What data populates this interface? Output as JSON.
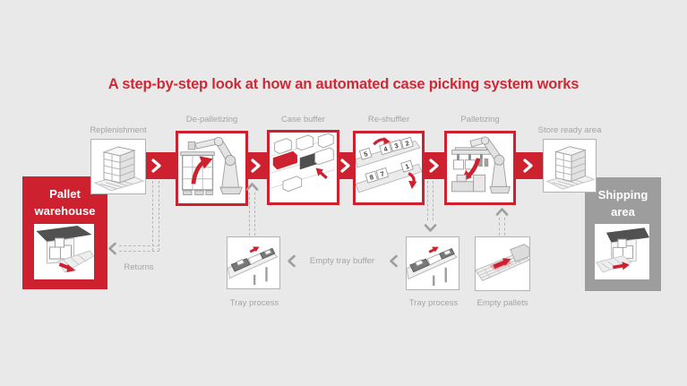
{
  "title": "A step-by-step look at how an automated case picking system works",
  "colors": {
    "accent_red": "#ce2130",
    "title_red": "#cf2936",
    "shipping_gray": "#9d9d9d",
    "label_gray": "#a4a4a4",
    "background": "#e9e9e9"
  },
  "endpoints": {
    "pallet_warehouse": {
      "label": "Pallet warehouse"
    },
    "shipping_area": {
      "label": "Shipping area"
    }
  },
  "steps": [
    {
      "id": "replenishment",
      "label": "Replenishment",
      "highlighted": false
    },
    {
      "id": "de-palletizing",
      "label": "De-palletizing",
      "highlighted": true
    },
    {
      "id": "case-buffer",
      "label": "Case buffer",
      "highlighted": true
    },
    {
      "id": "re-shuffler",
      "label": "Re-shuffler",
      "highlighted": true
    },
    {
      "id": "palletizing",
      "label": "Palletizing",
      "highlighted": true
    },
    {
      "id": "store-ready-area",
      "label": "Store ready area",
      "highlighted": false
    }
  ],
  "secondary": {
    "returns_label": "Returns",
    "tray_process_left_label": "Tray process",
    "empty_tray_buffer_label": "Empty tray buffer",
    "tray_process_right_label": "Tray process",
    "empty_pallets_label": "Empty pallets"
  },
  "reshuffler_case_numbers": {
    "upper_lane": [
      "5",
      "4",
      "3",
      "2"
    ],
    "lower_lane": [
      "8",
      "7",
      "1"
    ]
  },
  "icons": {
    "flow": "chevron-right-icon",
    "return": "chevron-left-icon",
    "up": "chevron-up-icon",
    "down": "chevron-down-icon"
  }
}
